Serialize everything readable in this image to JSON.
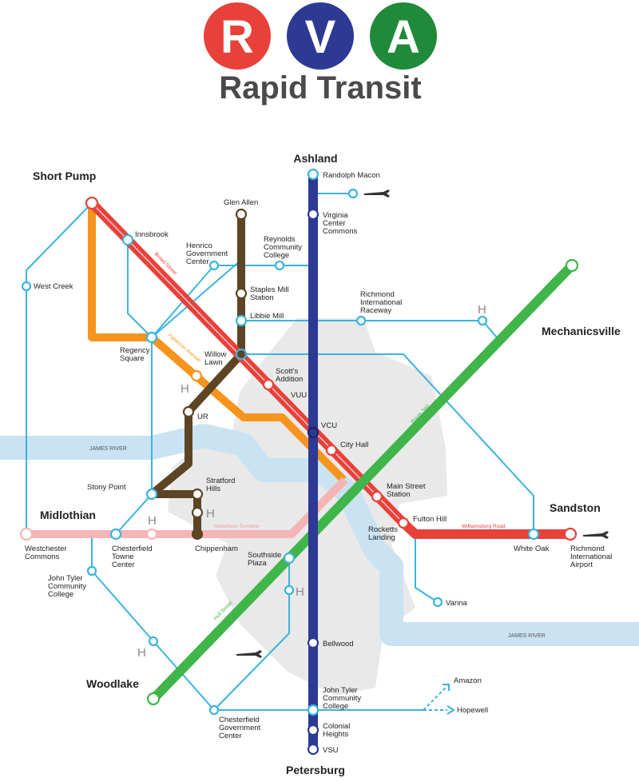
{
  "title": {
    "letters": [
      "R",
      "V",
      "A"
    ],
    "letter_colors": [
      "#e8413a",
      "#2d3a93",
      "#1e8a3a"
    ],
    "subtitle": "Rapid Transit"
  },
  "regions": {
    "ashland": "Ashland",
    "short_pump": "Short Pump",
    "mechanicsville": "Mechanicsville",
    "sandston": "Sandston",
    "midlothian": "Midlothian",
    "woodlake": "Woodlake",
    "petersburg": "Petersburg"
  },
  "rivers": [
    "JAMES RIVER",
    "JAMES RIVER"
  ],
  "streets": {
    "broad": "Broad Street",
    "patterson": "Patterson Avenue",
    "route360": "Route 360",
    "williamsburg": "Williamsburg Road",
    "midlothian": "Midlothian Turnpike",
    "hull": "Hull Street"
  },
  "stations": {
    "randolph_macon": "Randolph Macon",
    "virginia_center": [
      "Virginia",
      "Center",
      "Commons"
    ],
    "glen_allen": "Glen Allen",
    "innsbrook": "Innsbrook",
    "henrico_gov": [
      "Henrico",
      "Government",
      "Center"
    ],
    "reynolds": [
      "Reynolds",
      "Community",
      "College"
    ],
    "west_creek": "West Creek",
    "staples_mill": [
      "Staples Mill",
      "Station"
    ],
    "richmond_raceway": [
      "Richmond",
      "International",
      "Raceway"
    ],
    "libbie_mill": "Libbie Mill",
    "regency": [
      "Regency",
      "Square"
    ],
    "willow_lawn": [
      "Willow",
      "Lawn"
    ],
    "scotts_addition": [
      "Scott's",
      "Addition"
    ],
    "vuu": "VUU",
    "ur": "UR",
    "vcu": "VCU",
    "city_hall": "City Hall",
    "stony_point": "Stony Point",
    "stratford_hills": [
      "Stratford",
      "Hills"
    ],
    "main_street": [
      "Main Street",
      "Station"
    ],
    "fulton_hill": "Fulton Hill",
    "rocketts": [
      "Rocketts",
      "Landing"
    ],
    "chippenham": "Chippenham",
    "westchester": [
      "Westchester",
      "Commons"
    ],
    "chesterfield_towne": [
      "Chesterfield",
      "Towne",
      "Center"
    ],
    "southside_plaza": [
      "Southside",
      "Plaza"
    ],
    "white_oak": "White Oak",
    "ric_airport": [
      "Richmond",
      "International",
      "Airport"
    ],
    "john_tyler_west": [
      "John Tyler",
      "Community",
      "College"
    ],
    "varina": "Varina",
    "bellwood": "Bellwood",
    "amazon": "Amazon",
    "hopewell": "Hopewell",
    "john_tyler_south": [
      "John Tyler",
      "Community",
      "College"
    ],
    "chesterfield_gov": [
      "Chesterfield",
      "Government",
      "Center"
    ],
    "colonial_heights": [
      "Colonial",
      "Heights"
    ],
    "vsu": "VSU"
  },
  "hospital_symbol": "H",
  "line_colors": {
    "blue": "#2d3a93",
    "red": "#e8413a",
    "green": "#3fb54a",
    "orange": "#f7941d",
    "brown": "#5c4424",
    "pink": "#f5b5b5",
    "bus": "#3ab4e0",
    "river": "#c9e3f3",
    "city": "#e9e9e9"
  },
  "icons": {
    "airport": "airplane-icon",
    "hospital": "hospital-icon",
    "transfer": "transfer-station-icon"
  }
}
